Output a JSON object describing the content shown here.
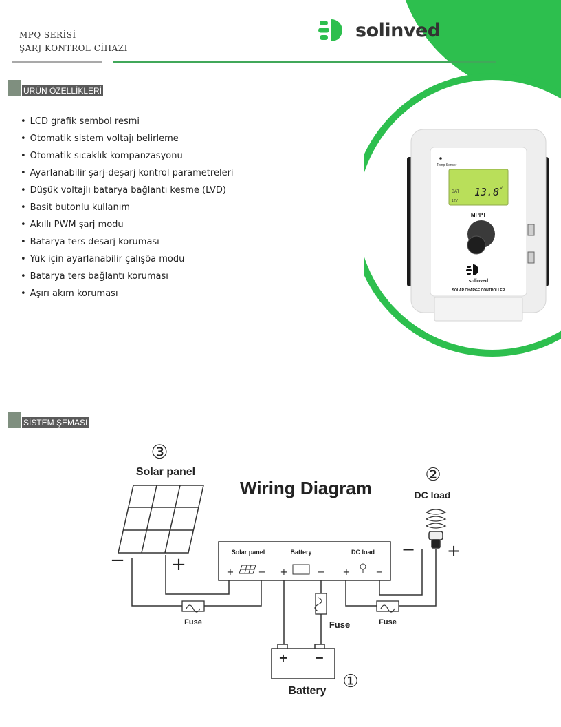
{
  "header": {
    "series": "MPQ SERİSİ",
    "product": "ŞARJ KONTROL CİHAZI",
    "brand": "solinved"
  },
  "colors": {
    "brand_green": "#2dbf4e",
    "bar_green": "#41a85a",
    "lcd_green": "#b9df5a"
  },
  "features_section": {
    "title": "ÜRÜN ÖZELLİKLERİ",
    "items": [
      "LCD grafik sembol resmi",
      "Otomatik sistem voltajı belirleme",
      "Otomatik sıcaklık kompanzasyonu",
      "Ayarlanabilir şarj-deşarj kontrol parametreleri",
      "Düşük voltajlı batarya bağlantı kesme (LVD)",
      "Basit butonlu kullanım",
      "Akıllı PWM şarj modu",
      "Batarya ters deşarj koruması",
      "Yük için ayarlanabilir çalışöa modu",
      "Batarya ters bağlantı koruması",
      "Aşırı akım koruması"
    ]
  },
  "device": {
    "temp_sensor": "Temp Sensor",
    "lcd_value": "13.8",
    "lcd_unit": "V",
    "lcd_bat": "BAT",
    "lcd_volt": "12V",
    "model": "MPPT",
    "brand": "solinved",
    "caption": "SOLAR CHARGE CONTROLLER"
  },
  "system_section": {
    "title": "SİSTEM ŞEMASI"
  },
  "diagram": {
    "title": "Wiring Diagram",
    "solar_panel": "Solar panel",
    "dc_load": "DC load",
    "battery": "Battery",
    "fuse": "Fuse",
    "box_solar": "Solar panel",
    "box_battery": "Battery",
    "box_load": "DC load",
    "num_solar": "③",
    "num_load": "②",
    "num_battery": "①",
    "plus": "+",
    "minus": "−"
  }
}
